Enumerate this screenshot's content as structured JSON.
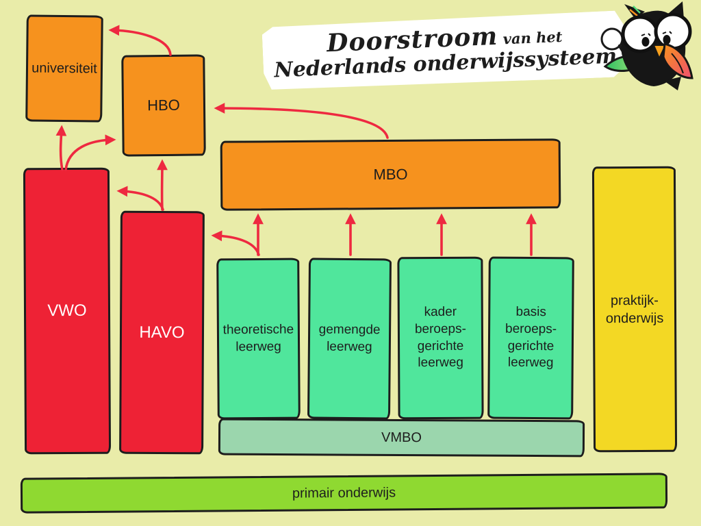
{
  "title": {
    "word_big": "Doorstroom",
    "word_small": " van het",
    "line2": "Nederlands onderwijssysteem"
  },
  "nodes": {
    "universiteit": {
      "label": "universiteit"
    },
    "hbo": {
      "label": "HBO"
    },
    "mbo": {
      "label": "MBO"
    },
    "vwo": {
      "label": "VWO"
    },
    "havo": {
      "label": "HAVO"
    },
    "theoretische_leerweg": {
      "label": "theoretische\nleerweg"
    },
    "gemengde_leerweg": {
      "label": "gemengde\nleerweg"
    },
    "kader_leerweg": {
      "label": "kader\nberoeps-\ngerichte\nleerweg"
    },
    "basis_leerweg": {
      "label": "basis\nberoeps-\ngerichte\nleerweg"
    },
    "vmbo": {
      "label": "VMBO"
    },
    "praktijkonderwijs": {
      "label": "praktijk-\nonderwijs"
    },
    "primair_onderwijs": {
      "label": "primair onderwijs"
    }
  },
  "arrows": [
    {
      "from": "vwo",
      "to": "universiteit"
    },
    {
      "from": "hbo",
      "to": "universiteit"
    },
    {
      "from": "vwo",
      "to": "hbo"
    },
    {
      "from": "havo",
      "to": "hbo"
    },
    {
      "from": "havo",
      "to": "vwo"
    },
    {
      "from": "mbo",
      "to": "hbo"
    },
    {
      "from": "theoretische_leerweg",
      "to": "mbo"
    },
    {
      "from": "gemengde_leerweg",
      "to": "mbo"
    },
    {
      "from": "kader_leerweg",
      "to": "mbo"
    },
    {
      "from": "basis_leerweg",
      "to": "mbo"
    },
    {
      "from": "theoretische_leerweg",
      "to": "havo"
    }
  ],
  "colors": {
    "background": "#e9eca9",
    "orange": "#f6921e",
    "red": "#ee2235",
    "mint": "#50e69c",
    "seafoam": "#9bd6ad",
    "yellow": "#f3d824",
    "lime": "#8fd931",
    "arrow": "#ee2940",
    "outline": "#1d1d1d"
  },
  "mascot": {
    "icon": "owl-with-magnifying-glass"
  }
}
